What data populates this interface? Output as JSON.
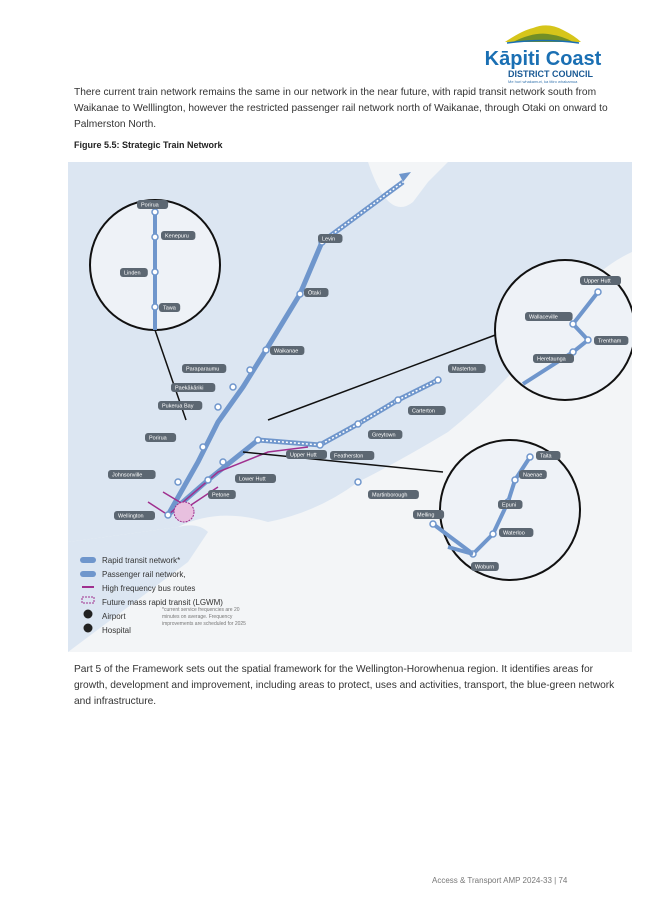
{
  "logo": {
    "name": "Kāpiti Coast",
    "sub": "DISTRICT COUNCIL",
    "tagline": "Me huri whakamuri, ka titiro whakamua"
  },
  "intro": "There current train network remains the same in our network in the near future, with rapid transit network south from Waikanae to Welllington, however the restricted passenger rail network north of Waikanae, through Otaki on onward to Palmerston North.",
  "figure_caption": "Figure 5.5:  Strategic Train Network",
  "map": {
    "stations": [
      "Levin",
      "Ōtaki",
      "Waikanae",
      "Paraparaumu",
      "Paekākāriki",
      "Pukerua Bay",
      "Porirua",
      "Johnsonville",
      "Wellington",
      "Petone",
      "Lower Hutt",
      "Upper Hutt",
      "Featherston",
      "Greytown",
      "Carterton",
      "Masterton",
      "Martinborough"
    ],
    "inset_porirua": [
      "Porirua",
      "Kenepuru",
      "Linden",
      "Tawa"
    ],
    "inset_upper_hutt": [
      "Upper Hutt",
      "Wallaceville",
      "Trentham",
      "Heretaunga"
    ],
    "inset_hutt": [
      "Taita",
      "Naenae",
      "Epuni",
      "Waterloo",
      "Woburn",
      "Melling"
    ],
    "legend": [
      "Rapid transit network*",
      "Passenger rail network,",
      "High frequency bus routes",
      "Future mass rapid transit (LGWM)",
      "Airport",
      "Hospital"
    ],
    "footnote": [
      "*current service frequencies are 20",
      "minutes on average. Frequency",
      "improvements are scheduled for 2025"
    ],
    "colors": {
      "rail": "#6f96cc",
      "bus": "#a0308f",
      "land": "#dce6f2",
      "sea": "#f3f5f7"
    }
  },
  "outro": "Part 5 of the Framework sets out the spatial framework for the Wellington-Horowhenua region. It identifies areas for growth, development and improvement, including areas to protect, uses and activities, transport, the blue-green network and infrastructure.",
  "footer": {
    "doc": "Access & Transport AMP 2024-33",
    "sep": "|",
    "page": "74"
  }
}
